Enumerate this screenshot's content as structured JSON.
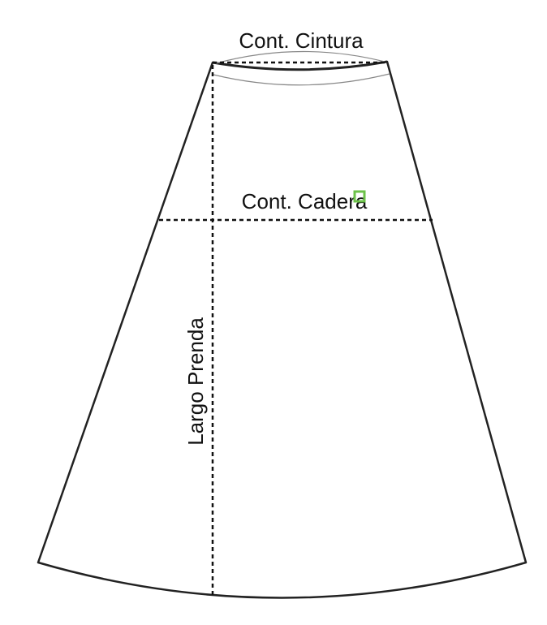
{
  "labels": {
    "waist": "Cont. Cintura",
    "hip": "Cont. Cadera",
    "length": "Largo Prenda"
  },
  "colors": {
    "outline": "#222222",
    "guide_line": "#888888",
    "measure_line": "#111111",
    "marker": "#6cc24a",
    "background": "#ffffff"
  },
  "icons": {
    "selection_marker": "square-outline-icon"
  }
}
